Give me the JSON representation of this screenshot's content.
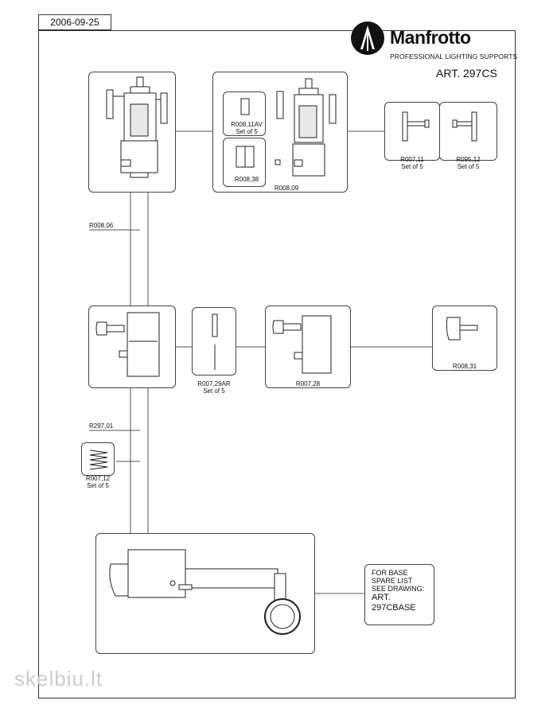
{
  "header": {
    "date": "2006-09-25",
    "brand": "Manfrotto",
    "tagline": "PROFESSIONAL LIGHTING SUPPORTS",
    "article": "ART. 297CS"
  },
  "parts": {
    "r008_11av": {
      "code": "R008,11AV",
      "qty": "Set of 5"
    },
    "r008_38": {
      "code": "R008,38"
    },
    "r008_09": {
      "code": "R008,09"
    },
    "r007_11": {
      "code": "R007,11",
      "qty": "Set of 5"
    },
    "r095_12": {
      "code": "R095,12",
      "qty": "Set of 5"
    },
    "r008_06": {
      "code": "R008,06"
    },
    "r007_29ar": {
      "code": "R007,29AR",
      "qty": "Set of 5"
    },
    "r007_28": {
      "code": "R007,28"
    },
    "r008_31": {
      "code": "R008,31"
    },
    "r297_01": {
      "code": "R297,01"
    },
    "r007_12": {
      "code": "R007,12",
      "qty": "Set of 5"
    }
  },
  "base_note": {
    "line1": "FOR BASE",
    "line2": "SPARE LIST",
    "line3": "SEE DRAWING:",
    "line4": "ART.",
    "line5": "297CBASE"
  },
  "watermark": "skelbiu.lt"
}
